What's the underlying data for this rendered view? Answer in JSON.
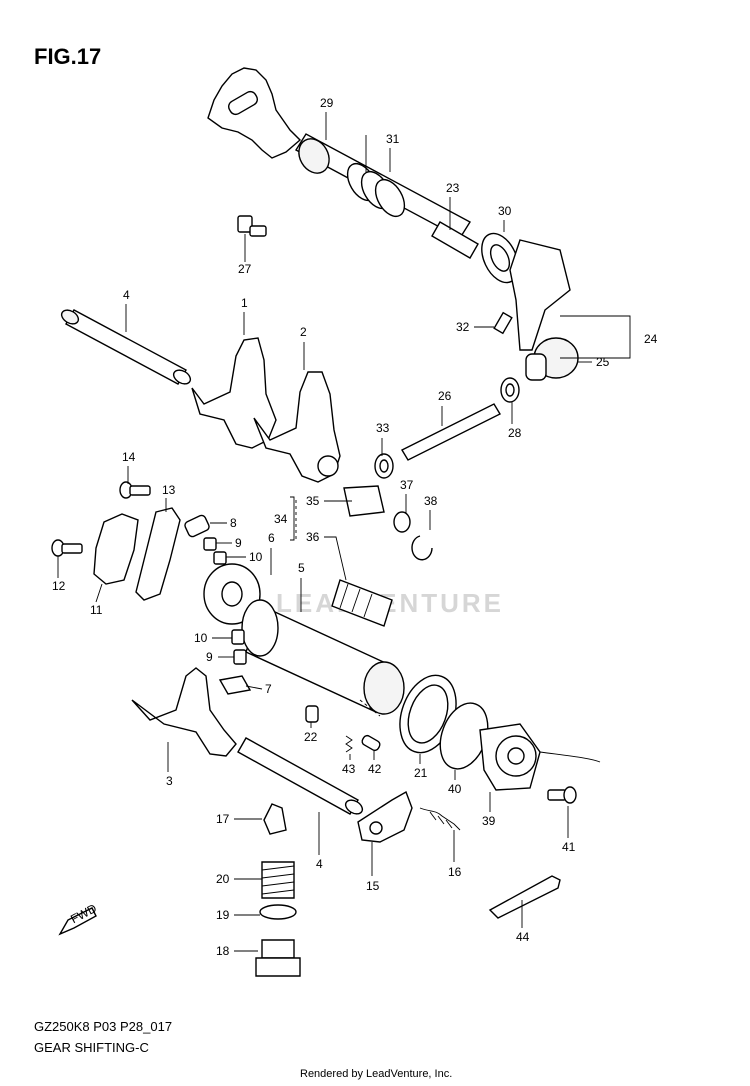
{
  "figure": {
    "title": "FIG.17",
    "model_code": "GZ250K8 P03 P28_017",
    "name": "GEAR SHIFTING-C",
    "credit": "Rendered by LeadVenture, Inc.",
    "watermark": "LEADVENTURE",
    "fwd_label": "FWD"
  },
  "callouts": [
    {
      "id": "c1",
      "label": "1"
    },
    {
      "id": "c2",
      "label": "2"
    },
    {
      "id": "c3",
      "label": "3"
    },
    {
      "id": "c4a",
      "label": "4"
    },
    {
      "id": "c4b",
      "label": "4"
    },
    {
      "id": "c5",
      "label": "5"
    },
    {
      "id": "c6",
      "label": "6"
    },
    {
      "id": "c7",
      "label": "7"
    },
    {
      "id": "c8",
      "label": "8"
    },
    {
      "id": "c9a",
      "label": "9"
    },
    {
      "id": "c9b",
      "label": "9"
    },
    {
      "id": "c10a",
      "label": "10"
    },
    {
      "id": "c10b",
      "label": "10"
    },
    {
      "id": "c11",
      "label": "11"
    },
    {
      "id": "c12",
      "label": "12"
    },
    {
      "id": "c13",
      "label": "13"
    },
    {
      "id": "c14",
      "label": "14"
    },
    {
      "id": "c15",
      "label": "15"
    },
    {
      "id": "c16",
      "label": "16"
    },
    {
      "id": "c17",
      "label": "17"
    },
    {
      "id": "c18",
      "label": "18"
    },
    {
      "id": "c19",
      "label": "19"
    },
    {
      "id": "c20",
      "label": "20"
    },
    {
      "id": "c21",
      "label": "21"
    },
    {
      "id": "c22",
      "label": "22"
    },
    {
      "id": "c23",
      "label": "23"
    },
    {
      "id": "c24",
      "label": "24"
    },
    {
      "id": "c25",
      "label": "25"
    },
    {
      "id": "c26",
      "label": "26"
    },
    {
      "id": "c27",
      "label": "27"
    },
    {
      "id": "c28",
      "label": "28"
    },
    {
      "id": "c29",
      "label": "29"
    },
    {
      "id": "c30",
      "label": "30"
    },
    {
      "id": "c31",
      "label": "31"
    },
    {
      "id": "c32",
      "label": "32"
    },
    {
      "id": "c33",
      "label": "33"
    },
    {
      "id": "c34",
      "label": "34"
    },
    {
      "id": "c35",
      "label": "35"
    },
    {
      "id": "c36",
      "label": "36"
    },
    {
      "id": "c37",
      "label": "37"
    },
    {
      "id": "c38",
      "label": "38"
    },
    {
      "id": "c39",
      "label": "39"
    },
    {
      "id": "c40",
      "label": "40"
    },
    {
      "id": "c41",
      "label": "41"
    },
    {
      "id": "c42",
      "label": "42"
    },
    {
      "id": "c43",
      "label": "43"
    },
    {
      "id": "c44",
      "label": "44"
    }
  ]
}
